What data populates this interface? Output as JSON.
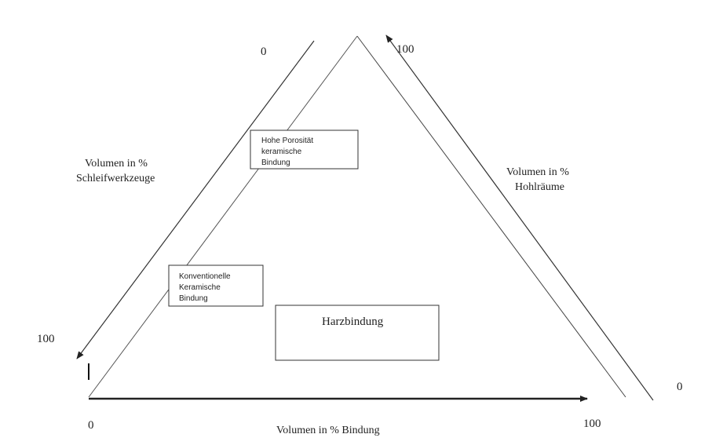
{
  "ticks": {
    "left_top": "0",
    "left_bottom": "100",
    "right_top": "100",
    "right_bottom": "0",
    "bottom_left": "0",
    "bottom_right": "100"
  },
  "axes": {
    "left": {
      "line1": "Volumen in %",
      "line2": "Schleifwerkzeuge"
    },
    "right": {
      "line1": "Volumen in %",
      "line2": "Hohlräume"
    },
    "bottom": {
      "label": "Volumen in % Bindung"
    }
  },
  "regions": {
    "high_porosity": {
      "line1": "Hohe Porosität",
      "line2": "keramische",
      "line3": "Bindung"
    },
    "conventional": {
      "line1": "Konventionelle",
      "line2": "Keramische",
      "line3": "Bindung"
    },
    "resin": {
      "label": "Harzbindung"
    }
  },
  "colors": {
    "line": "#333333",
    "arrow": "#222222",
    "text": "#222222"
  }
}
